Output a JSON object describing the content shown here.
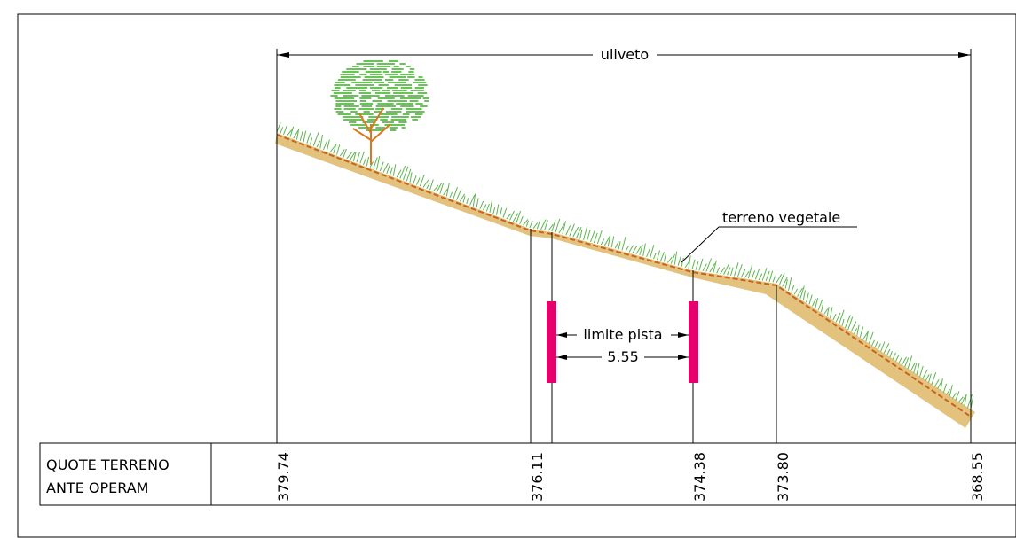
{
  "title_block": {
    "label_line1": "QUOTE TERRENO",
    "label_line2": "ANTE OPERAM"
  },
  "annotations": {
    "top_dimension": "uliveto",
    "soil_label": "terreno vegetale",
    "track_label": "limite pista",
    "track_width": "5.55"
  },
  "elevations": [
    "379.74",
    "376.11",
    "374.38",
    "373.80",
    "368.55"
  ],
  "colors": {
    "soil": "#e3c27e",
    "ground_line": "#c8641e",
    "grass": "#5cb54c",
    "tree_canopy": "#6cc25a",
    "tree_trunk": "#d9781e",
    "track_limit": "#e6006e",
    "lines": "#000000"
  }
}
